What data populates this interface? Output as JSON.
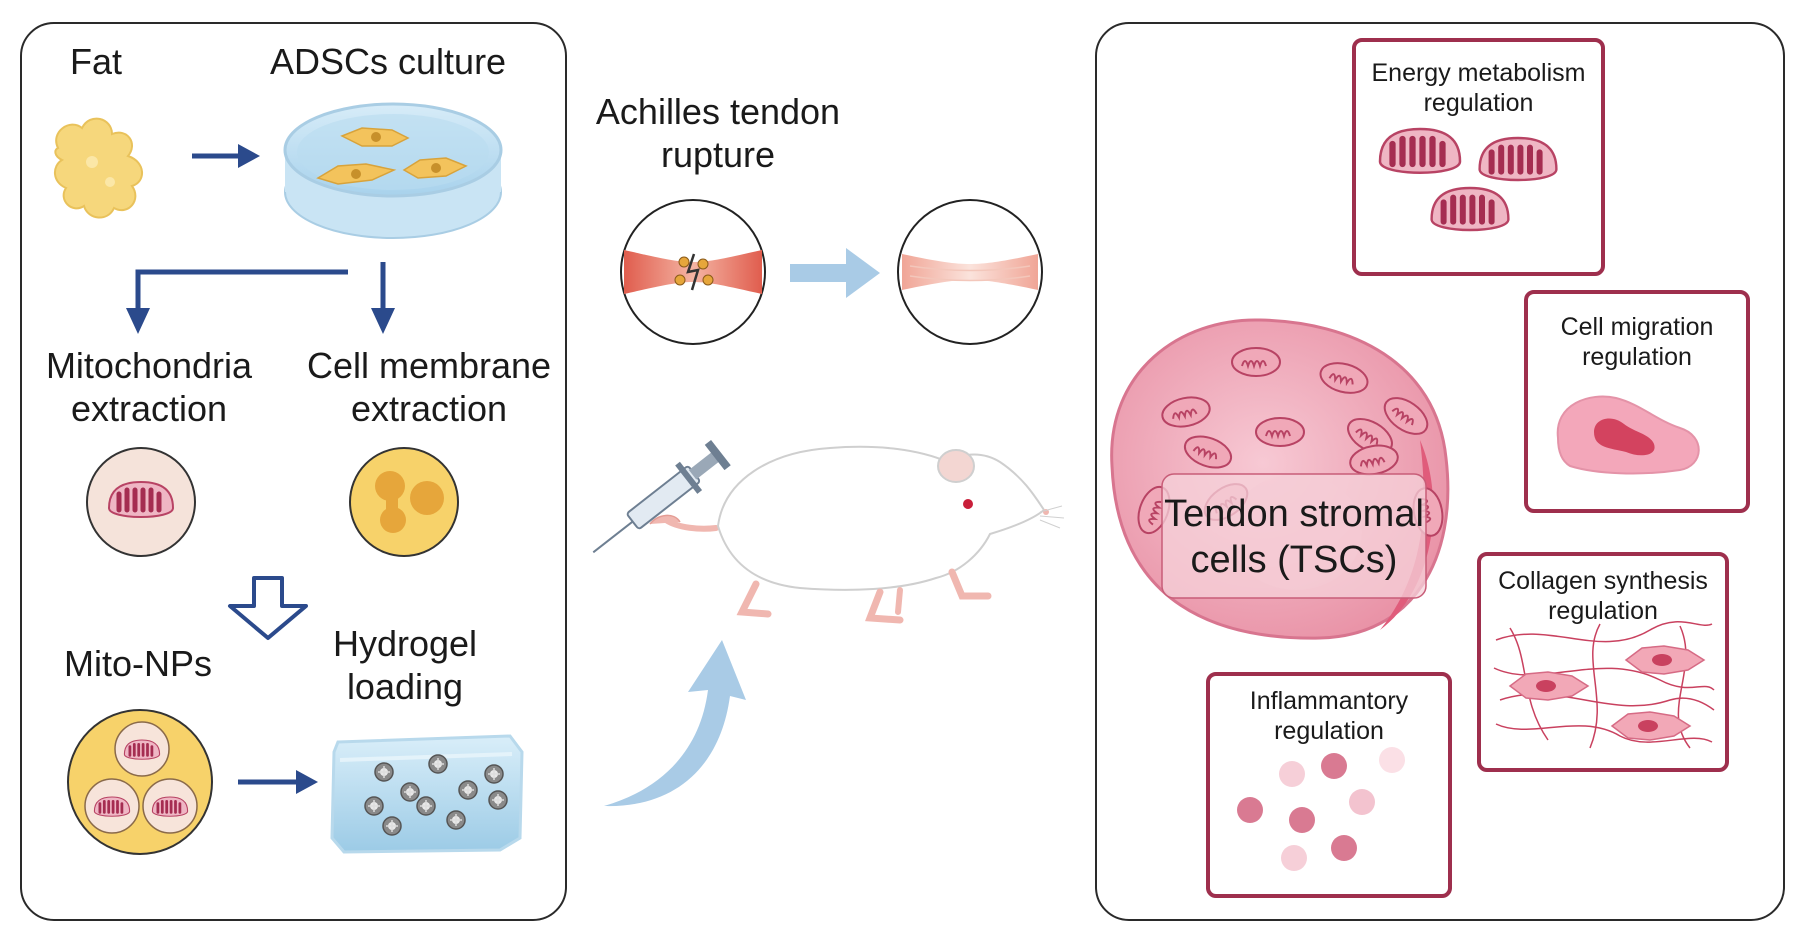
{
  "left_panel": {
    "fat_label": "Fat",
    "culture_label": "ADSCs culture",
    "mito_extraction": [
      "Mitochondria",
      "extraction"
    ],
    "membrane_extraction": [
      "Cell membrane",
      "extraction"
    ],
    "mito_nps_label": "Mito-NPs",
    "hydrogel_label": [
      "Hydrogel",
      "loading"
    ]
  },
  "center": {
    "rupture_label": [
      "Achilles tendon",
      "rupture"
    ]
  },
  "right_panel": {
    "cell_label": [
      "Tendon stromal",
      "cells (TSCs)"
    ],
    "boxes": {
      "energy": [
        "Energy metabolism",
        "regulation"
      ],
      "migration": [
        "Cell migration",
        "regulation"
      ],
      "collagen": [
        "Collagen synthesis",
        "regulation"
      ],
      "inflammatory": [
        "Inflammantory",
        "regulation"
      ]
    }
  },
  "colors": {
    "arrow_navy": "#2b4a8c",
    "arrow_light": "#a9cbe6",
    "box_border": "#9e2f4d",
    "mito_pink": "#c34a6a",
    "fat_yellow": "#f3cf6c"
  }
}
